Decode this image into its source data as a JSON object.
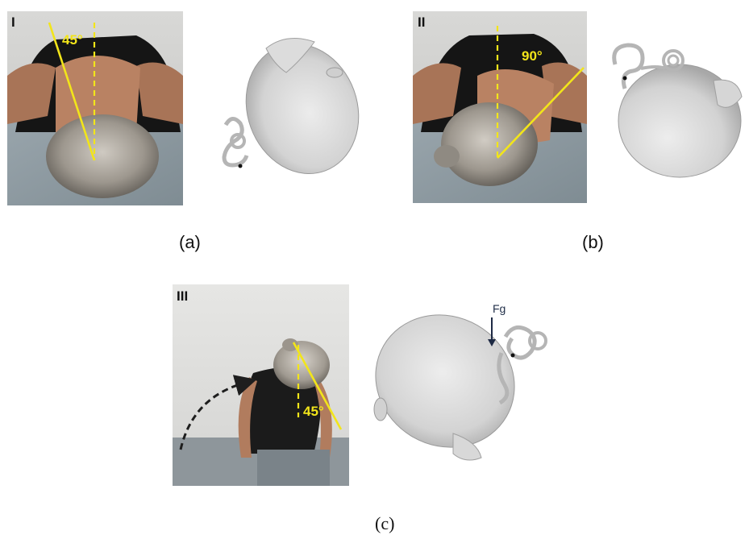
{
  "figure": {
    "panels": [
      {
        "id": "a",
        "numeral": "I",
        "angle_label": "45°",
        "caption": "(a)"
      },
      {
        "id": "b",
        "numeral": "II",
        "angle_label": "90°",
        "caption": "(b)"
      },
      {
        "id": "c",
        "numeral": "III",
        "angle_label": "45°",
        "caption": "(c)",
        "force_label": "Fg"
      }
    ]
  },
  "colors": {
    "guide_line": "#f2e51a",
    "arrow": "#1e2a44",
    "model_gray": "#d9d9d9"
  }
}
